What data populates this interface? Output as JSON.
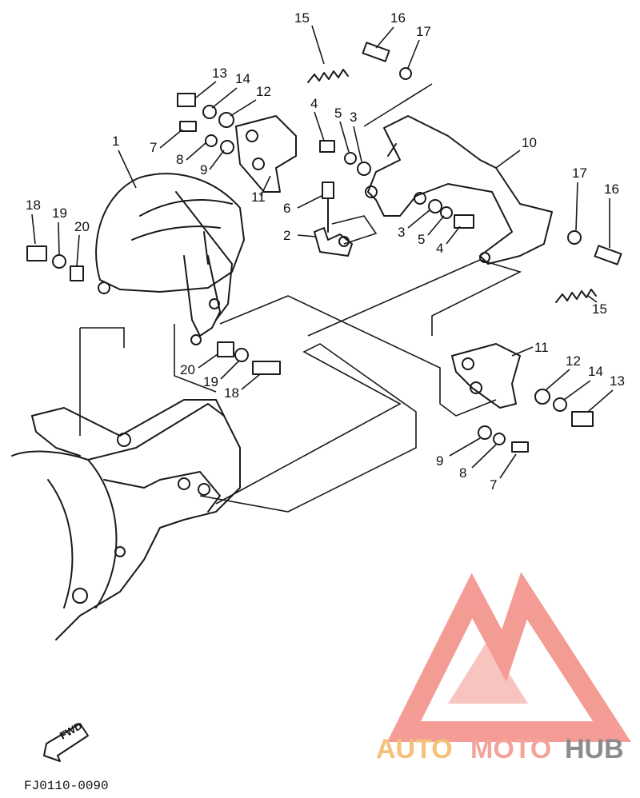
{
  "diagram_code": "FJ0110-0090",
  "fwd_label": "FWD",
  "watermark": {
    "parts": [
      "AUTO",
      "MOTO",
      "HUB"
    ],
    "colors": {
      "auto": "#f5c07a",
      "moto": "#f4a39a",
      "hub": "#8c8c8c",
      "logo": "#f28b82"
    }
  },
  "callouts": [
    {
      "id": "c15a",
      "text": "15"
    },
    {
      "id": "c16a",
      "text": "16"
    },
    {
      "id": "c17a",
      "text": "17"
    },
    {
      "id": "c13a",
      "text": "13"
    },
    {
      "id": "c14a",
      "text": "14"
    },
    {
      "id": "c12a",
      "text": "12"
    },
    {
      "id": "c7a",
      "text": "7"
    },
    {
      "id": "c8a",
      "text": "8"
    },
    {
      "id": "c9a",
      "text": "9"
    },
    {
      "id": "c11a",
      "text": "11"
    },
    {
      "id": "c1",
      "text": "1"
    },
    {
      "id": "c4a",
      "text": "4"
    },
    {
      "id": "c5a",
      "text": "5"
    },
    {
      "id": "c3a",
      "text": "3"
    },
    {
      "id": "c10",
      "text": "10"
    },
    {
      "id": "c6",
      "text": "6"
    },
    {
      "id": "c2",
      "text": "2"
    },
    {
      "id": "c3b",
      "text": "3"
    },
    {
      "id": "c5b",
      "text": "5"
    },
    {
      "id": "c4b",
      "text": "4"
    },
    {
      "id": "c17b",
      "text": "17"
    },
    {
      "id": "c16b",
      "text": "16"
    },
    {
      "id": "c15b",
      "text": "15"
    },
    {
      "id": "c18a",
      "text": "18"
    },
    {
      "id": "c19a",
      "text": "19"
    },
    {
      "id": "c20a",
      "text": "20"
    },
    {
      "id": "c20b",
      "text": "20"
    },
    {
      "id": "c19b",
      "text": "19"
    },
    {
      "id": "c18b",
      "text": "18"
    },
    {
      "id": "c11b",
      "text": "11"
    },
    {
      "id": "c12b",
      "text": "12"
    },
    {
      "id": "c14b",
      "text": "14"
    },
    {
      "id": "c13b",
      "text": "13"
    },
    {
      "id": "c9b",
      "text": "9"
    },
    {
      "id": "c8b",
      "text": "8"
    },
    {
      "id": "c7b",
      "text": "7"
    }
  ]
}
